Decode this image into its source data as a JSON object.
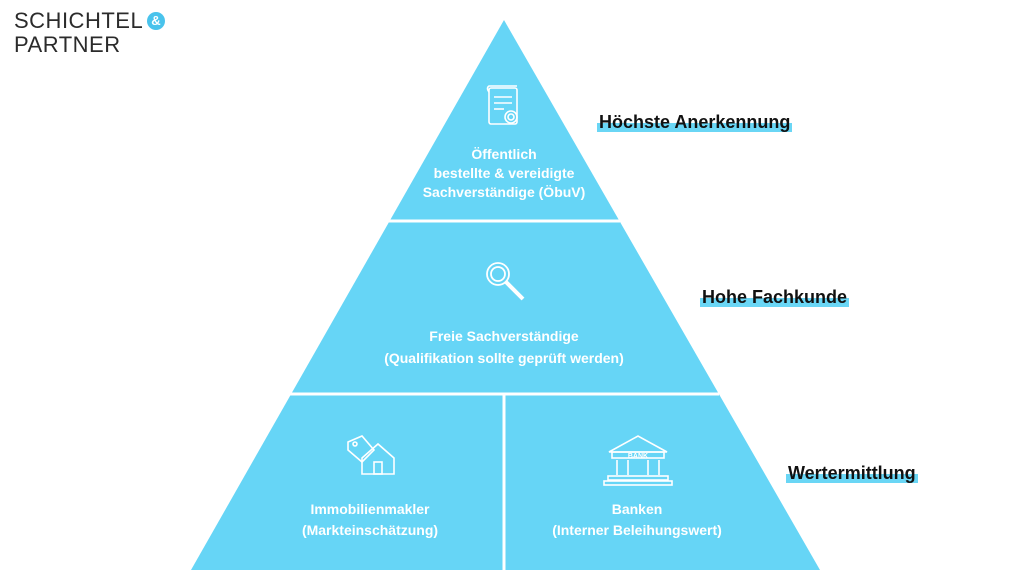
{
  "logo": {
    "line1": "SCHICHTEL",
    "amp": "&",
    "line2": "PARTNER"
  },
  "tiers": {
    "top": {
      "lines": [
        "Öffentlich",
        "bestellte & vereidigte",
        "Sachverständige (ÖbuV)"
      ],
      "icon": "certificate-icon"
    },
    "middle": {
      "lines": [
        "Freie Sachverständige",
        "(Qualifikation sollte geprüft werden)"
      ],
      "icon": "magnifier-icon"
    },
    "bottom_left": {
      "lines": [
        "Immobilienmakler",
        "(Markteinschätzung)"
      ],
      "icon": "house-tag-icon"
    },
    "bottom_right": {
      "lines": [
        "Banken",
        "(Interner Beleihungswert)"
      ],
      "icon": "bank-icon",
      "icon_text": "BANK"
    }
  },
  "levels": [
    "Höchste Anerkennung",
    "Hohe Fachkunde",
    "Wertermittlung"
  ],
  "colors": {
    "pyramid": "#66d5f6",
    "accent": "#49c3ec",
    "highlight": "#6ad6f5"
  }
}
